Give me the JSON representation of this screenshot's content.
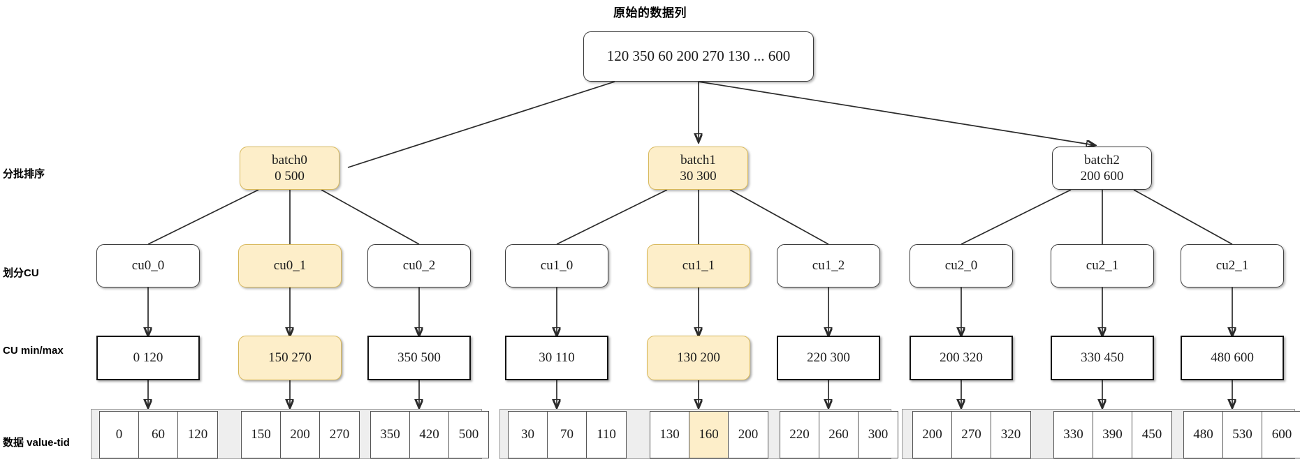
{
  "title": "原始的数据列",
  "row_labels": [
    {
      "id": "sort",
      "text": "分批排序"
    },
    {
      "id": "cu",
      "text": "划分CU"
    },
    {
      "id": "minmax",
      "text": "CU min/max"
    },
    {
      "id": "data",
      "text": "数据 value-tid"
    }
  ],
  "colors": {
    "highlight_fill": "#fdeec9",
    "highlight_border": "#d8b85a",
    "node_border": "#3a3a3a",
    "minmax_border": "#121212",
    "strip_fill": "#eeeeee",
    "background": "#ffffff"
  },
  "root": {
    "label": "120 350 60 200 270 130 ... 600",
    "highlighted": false
  },
  "batches": [
    {
      "name": "batch0",
      "range": "0 500",
      "highlighted": true
    },
    {
      "name": "batch1",
      "range": "30 300",
      "highlighted": true
    },
    {
      "name": "batch2",
      "range": "200 600",
      "highlighted": false
    }
  ],
  "cus": [
    {
      "label": "cu0_0",
      "highlighted": false
    },
    {
      "label": "cu0_1",
      "highlighted": true
    },
    {
      "label": "cu0_2",
      "highlighted": false
    },
    {
      "label": "cu1_0",
      "highlighted": false
    },
    {
      "label": "cu1_1",
      "highlighted": true
    },
    {
      "label": "cu1_2",
      "highlighted": false
    },
    {
      "label": "cu2_0",
      "highlighted": false
    },
    {
      "label": "cu2_1",
      "highlighted": false
    },
    {
      "label": "cu2_1",
      "highlighted": false
    }
  ],
  "minmax": [
    {
      "label": "0 120",
      "highlighted": false
    },
    {
      "label": "150 270",
      "highlighted": true
    },
    {
      "label": "350 500",
      "highlighted": false
    },
    {
      "label": "30 110",
      "highlighted": false
    },
    {
      "label": "130 200",
      "highlighted": true
    },
    {
      "label": "220 300",
      "highlighted": false
    },
    {
      "label": "200 320",
      "highlighted": false
    },
    {
      "label": "330 450",
      "highlighted": false
    },
    {
      "label": "480 600",
      "highlighted": false
    }
  ],
  "data_cells": [
    [
      {
        "v": "0",
        "hl": false
      },
      {
        "v": "60",
        "hl": false
      },
      {
        "v": "120",
        "hl": false
      }
    ],
    [
      {
        "v": "150",
        "hl": false
      },
      {
        "v": "200",
        "hl": false
      },
      {
        "v": "270",
        "hl": false
      }
    ],
    [
      {
        "v": "350",
        "hl": false
      },
      {
        "v": "420",
        "hl": false
      },
      {
        "v": "500",
        "hl": false
      }
    ],
    [
      {
        "v": "30",
        "hl": false
      },
      {
        "v": "70",
        "hl": false
      },
      {
        "v": "110",
        "hl": false
      }
    ],
    [
      {
        "v": "130",
        "hl": false
      },
      {
        "v": "160",
        "hl": true
      },
      {
        "v": "200",
        "hl": false
      }
    ],
    [
      {
        "v": "220",
        "hl": false
      },
      {
        "v": "260",
        "hl": false
      },
      {
        "v": "300",
        "hl": false
      }
    ],
    [
      {
        "v": "200",
        "hl": false
      },
      {
        "v": "270",
        "hl": false
      },
      {
        "v": "320",
        "hl": false
      }
    ],
    [
      {
        "v": "330",
        "hl": false
      },
      {
        "v": "390",
        "hl": false
      },
      {
        "v": "450",
        "hl": false
      }
    ],
    [
      {
        "v": "480",
        "hl": false
      },
      {
        "v": "530",
        "hl": false
      },
      {
        "v": "600",
        "hl": false
      }
    ]
  ]
}
